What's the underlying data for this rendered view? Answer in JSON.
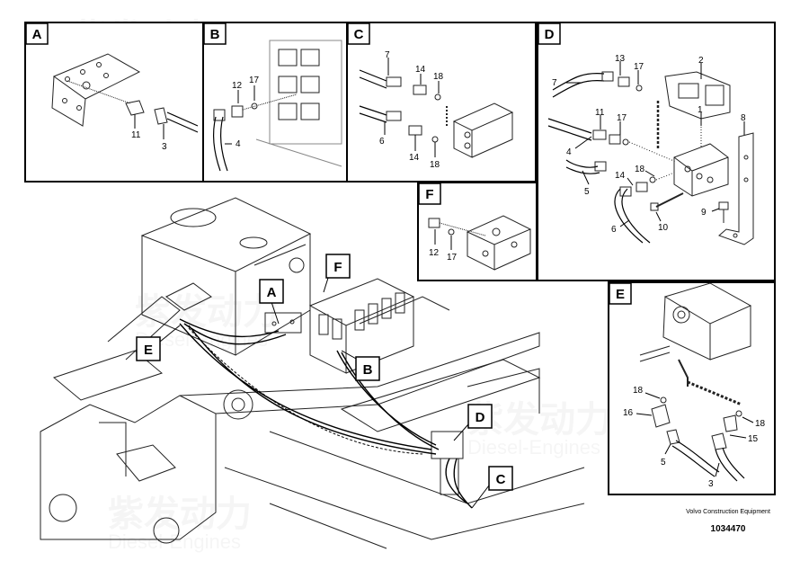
{
  "watermark": {
    "cn": "紫发动力",
    "en": "Diesel-Engines"
  },
  "panels": {
    "A": {
      "letter": "A",
      "labels": [
        "11",
        "3"
      ]
    },
    "B": {
      "letter": "B",
      "labels": [
        "12",
        "17",
        "4"
      ]
    },
    "C": {
      "letter": "C",
      "labels": [
        "7",
        "14",
        "18",
        "6",
        "14",
        "18"
      ]
    },
    "D": {
      "letter": "D",
      "labels": [
        "2",
        "13",
        "17",
        "7",
        "11",
        "17",
        "1",
        "8",
        "4",
        "18",
        "5",
        "14",
        "9",
        "10",
        "6"
      ]
    },
    "E": {
      "letter": "E",
      "labels": [
        "18",
        "16",
        "5",
        "18",
        "15",
        "3"
      ]
    },
    "F": {
      "letter": "F",
      "labels": [
        "12",
        "17"
      ]
    }
  },
  "callouts": [
    "A",
    "F",
    "E",
    "B",
    "D",
    "C"
  ],
  "footer": {
    "company": "Volvo Construction Equipment",
    "number": "1034470"
  }
}
